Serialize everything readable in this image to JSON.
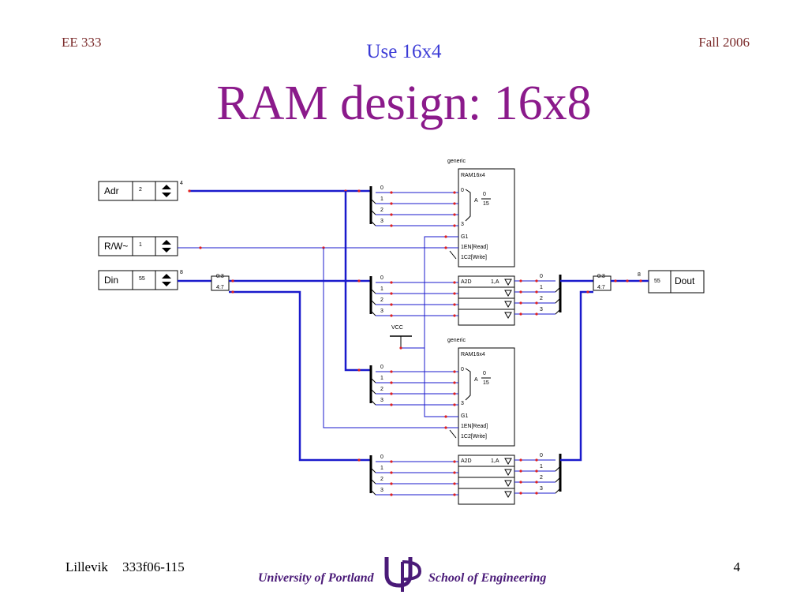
{
  "header": {
    "left": "EE 333",
    "right": "Fall 2006"
  },
  "subtitle": "Use 16x4",
  "title": "RAM design: 16x8",
  "footer": {
    "author": "Lillevik",
    "code": "333f06-115",
    "page": "4",
    "university": "University of Portland",
    "school": "School of Engineering"
  },
  "diagram": {
    "inputs": {
      "adr": {
        "name": "Adr",
        "value": "2",
        "bus": "4"
      },
      "rw": {
        "name": "R/W~",
        "value": "1"
      },
      "din": {
        "name": "Din",
        "value": "55",
        "bus": "8"
      }
    },
    "output": {
      "name": "Dout",
      "value": "55",
      "bus": "8"
    },
    "split_labels": {
      "low": "0:3",
      "high": "4:7"
    },
    "vcc_label": "VCC",
    "bit_labels": [
      "0",
      "1",
      "2",
      "3"
    ],
    "ram": {
      "generic": "generic",
      "name": "RAM16x4",
      "pins": {
        "a_low": "0",
        "a_high": "3",
        "g1": "G1",
        "en_read": "1EN[Read]",
        "c2_write": "1C2[Write]",
        "a2d": "A2D",
        "out": "1,A"
      },
      "a_range_top": "0",
      "a_range_bottom": "15",
      "a_symbol": "A"
    }
  }
}
